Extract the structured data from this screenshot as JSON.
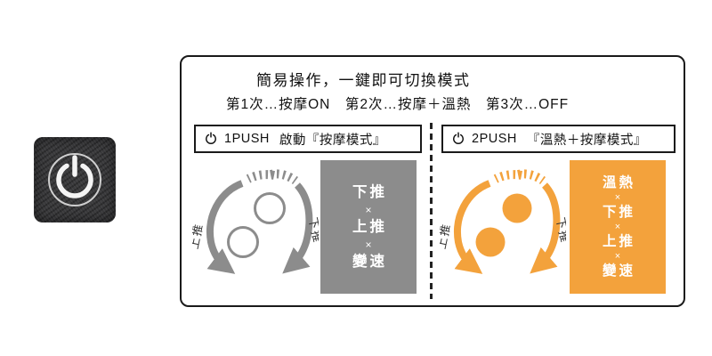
{
  "colors": {
    "gray": "#8C8C8C",
    "orange": "#F3A23C",
    "panel-border": "#1A1A1A",
    "patch-fabric": "#3A3A3C"
  },
  "patch": {
    "icon": "power-icon"
  },
  "panel": {
    "title": "簡易操作，一鍵即可切換模式",
    "subtitle": "第1次…按摩ON　第2次…按摩＋溫熱　第3次…OFF"
  },
  "modes": [
    {
      "push_label": "1PUSH",
      "mode_label": "啟動『按摩模式』",
      "up_label": "上推",
      "down_label": "下推",
      "box_lines": [
        "下推",
        "×",
        "上推",
        "×",
        "變速"
      ]
    },
    {
      "push_label": "2PUSH",
      "mode_label": "『溫熱＋按摩模式』",
      "up_label": "上推",
      "down_label": "下推",
      "box_lines": [
        "溫熱",
        "×",
        "下推",
        "×",
        "上推",
        "×",
        "變速"
      ]
    }
  ]
}
